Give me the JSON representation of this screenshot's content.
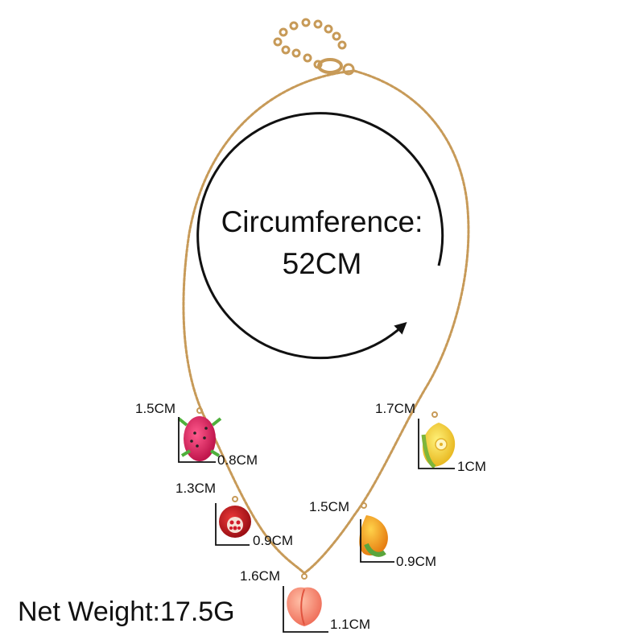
{
  "title": {
    "line1": "Circumference:",
    "line2": "52CM"
  },
  "net_weight": "Net Weight:17.5G",
  "charms": [
    {
      "name": "dragon-fruit",
      "height": "1.5CM",
      "width": "0.8CM"
    },
    {
      "name": "pomegranate",
      "height": "1.3CM",
      "width": "0.9CM"
    },
    {
      "name": "peach",
      "height": "1.6CM",
      "width": "1.1CM"
    },
    {
      "name": "mango",
      "height": "1.5CM",
      "width": "0.9CM"
    },
    {
      "name": "lemon",
      "height": "1.7CM",
      "width": "1CM"
    }
  ],
  "colors": {
    "chain": "#c9a063",
    "text": "#111111",
    "dragon_fruit": "#e0245e",
    "pomegranate": "#c7161e",
    "peach": "#f58a73",
    "mango": "#f5a21c",
    "lemon": "#f2cf2a"
  }
}
